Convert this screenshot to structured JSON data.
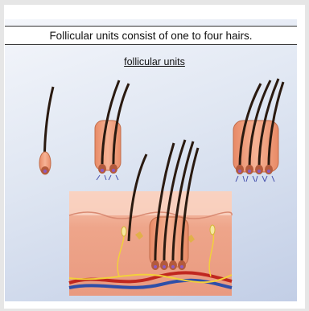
{
  "caption": "Follicular units consist of one to four hairs.",
  "subtitle": "follicular units",
  "colors": {
    "hair": "#2a1a10",
    "bulb": "#c9794e",
    "sheath": "#f2a07a",
    "skin": "#f0b49a",
    "artery": "#c0271f",
    "vein": "#2f4fa8",
    "nerve": "#f2d03b",
    "panel_light": "#f4f6fb",
    "panel_dark": "#c2cee6"
  },
  "units": [
    {
      "hair_count": 1
    },
    {
      "hair_count": 2
    },
    {
      "hair_count": 4
    }
  ],
  "cross_section": {
    "hair_count": 4
  }
}
